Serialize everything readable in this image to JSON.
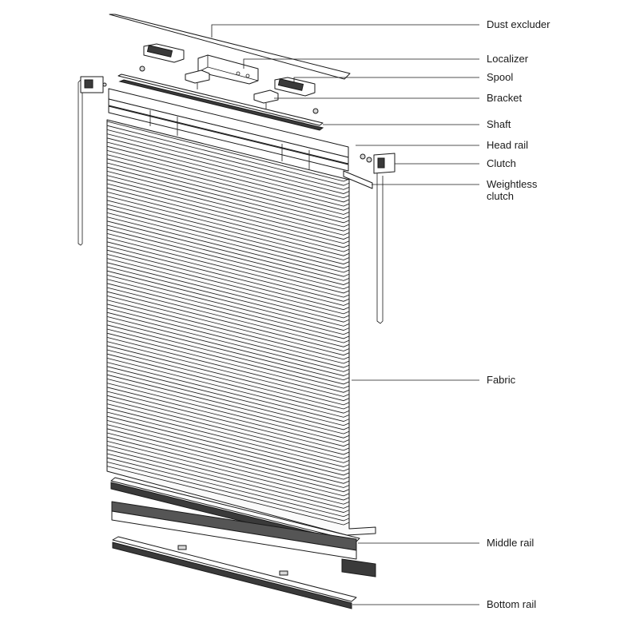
{
  "labels": {
    "dust_excluder": "Dust excluder",
    "localizer": "Localizer",
    "spool": "Spool",
    "bracket": "Bracket",
    "shaft": "Shaft",
    "head_rail": "Head rail",
    "clutch": "Clutch",
    "weightless_clutch": "Weightless\nclutch",
    "fabric": "Fabric",
    "middle_rail": "Middle rail",
    "bottom_rail": "Bottom rail"
  },
  "colors": {
    "line": "#1a1a1a",
    "background": "#ffffff",
    "rail_fill": "#3a3a3a"
  }
}
